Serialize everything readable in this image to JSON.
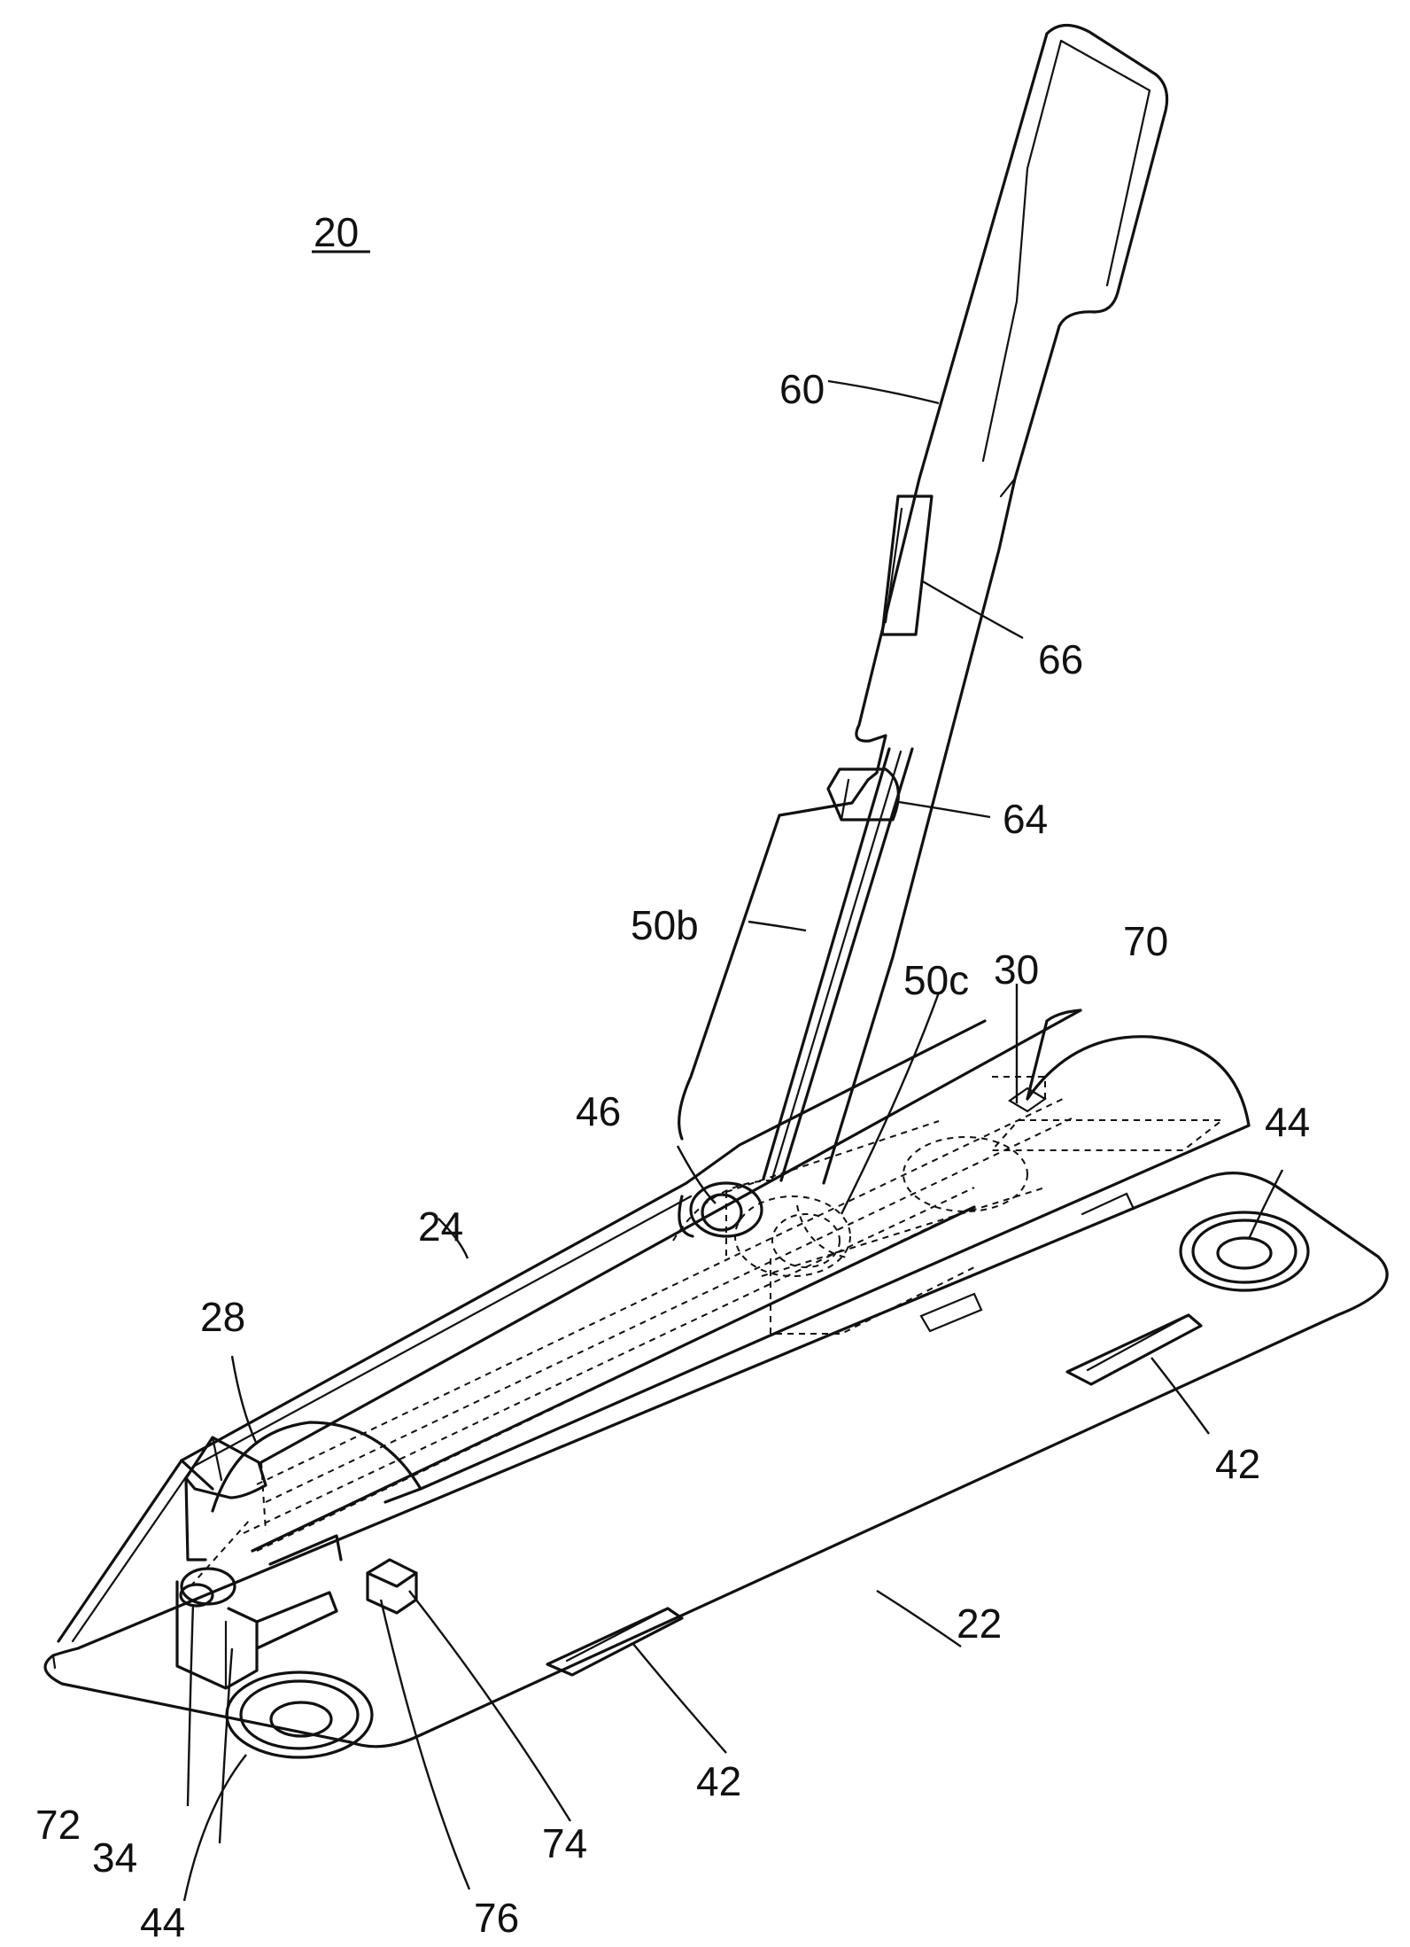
{
  "figure": {
    "ref_main": "20",
    "labels": {
      "l60": "60",
      "l66": "66",
      "l64": "64",
      "l50b": "50b",
      "l50c": "50c",
      "l30": "30",
      "l70": "70",
      "l46": "46",
      "l44a": "44",
      "l24": "24",
      "l28": "28",
      "l42a": "42",
      "l22": "22",
      "l42b": "42",
      "l72": "72",
      "l34": "34",
      "l44b": "44",
      "l76": "76",
      "l74": "74"
    }
  }
}
